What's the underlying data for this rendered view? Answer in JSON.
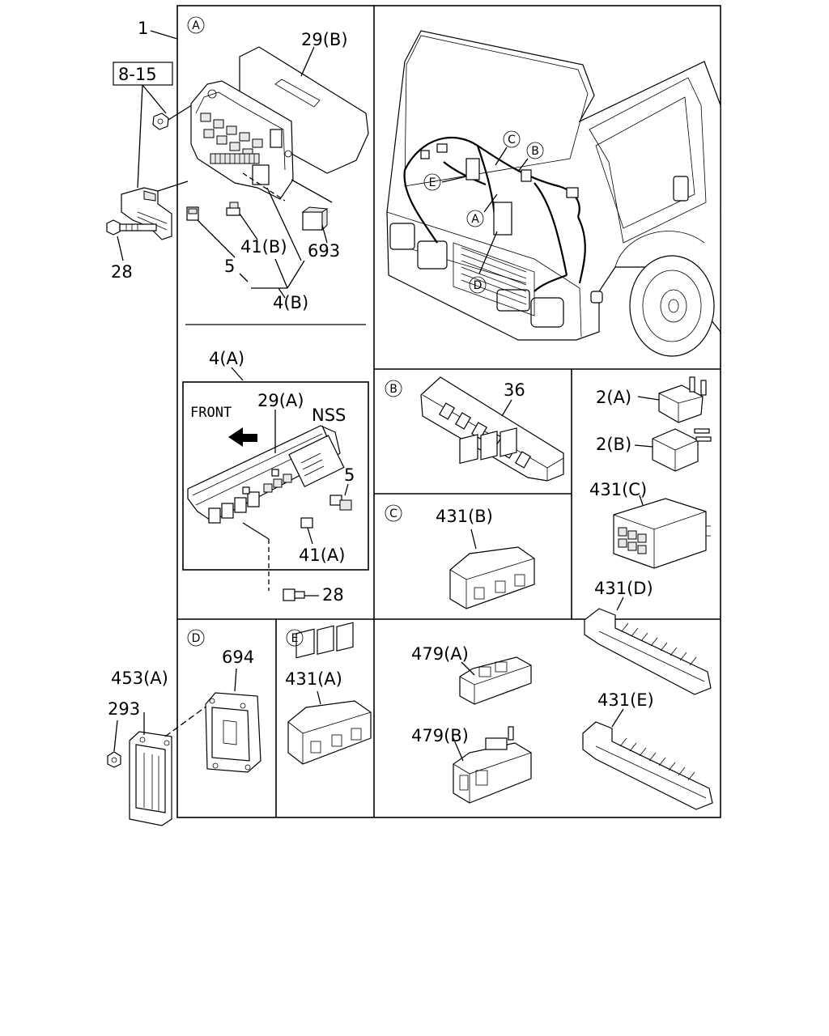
{
  "diagram": {
    "labels": {
      "ref_1": "1",
      "ref_8_15": "8-15",
      "ref_28_left": "28",
      "ref_29B": "29(B)",
      "ref_41B": "41(B)",
      "ref_693": "693",
      "ref_5_top": "5",
      "ref_4B": "4(B)",
      "ref_4A": "4(A)",
      "ref_29A": "29(A)",
      "ref_nss": "NSS",
      "ref_front": "FRONT",
      "ref_5_mid": "5",
      "ref_41A": "41(A)",
      "ref_28_mid": "28",
      "ref_36": "36",
      "ref_2A": "2(A)",
      "ref_2B": "2(B)",
      "ref_431C": "431(C)",
      "ref_431B": "431(B)",
      "ref_431D": "431(D)",
      "ref_453A": "453(A)",
      "ref_293": "293",
      "ref_694": "694",
      "ref_431A": "431(A)",
      "ref_479A": "479(A)",
      "ref_479B": "479(B)",
      "ref_431E": "431(E)"
    },
    "callouts": {
      "panel_A": "A",
      "panel_B": "B",
      "panel_C": "C",
      "panel_D": "D",
      "panel_E": "E",
      "truck_A": "A",
      "truck_B": "B",
      "truck_C": "C",
      "truck_D": "D",
      "truck_E": "E"
    }
  }
}
